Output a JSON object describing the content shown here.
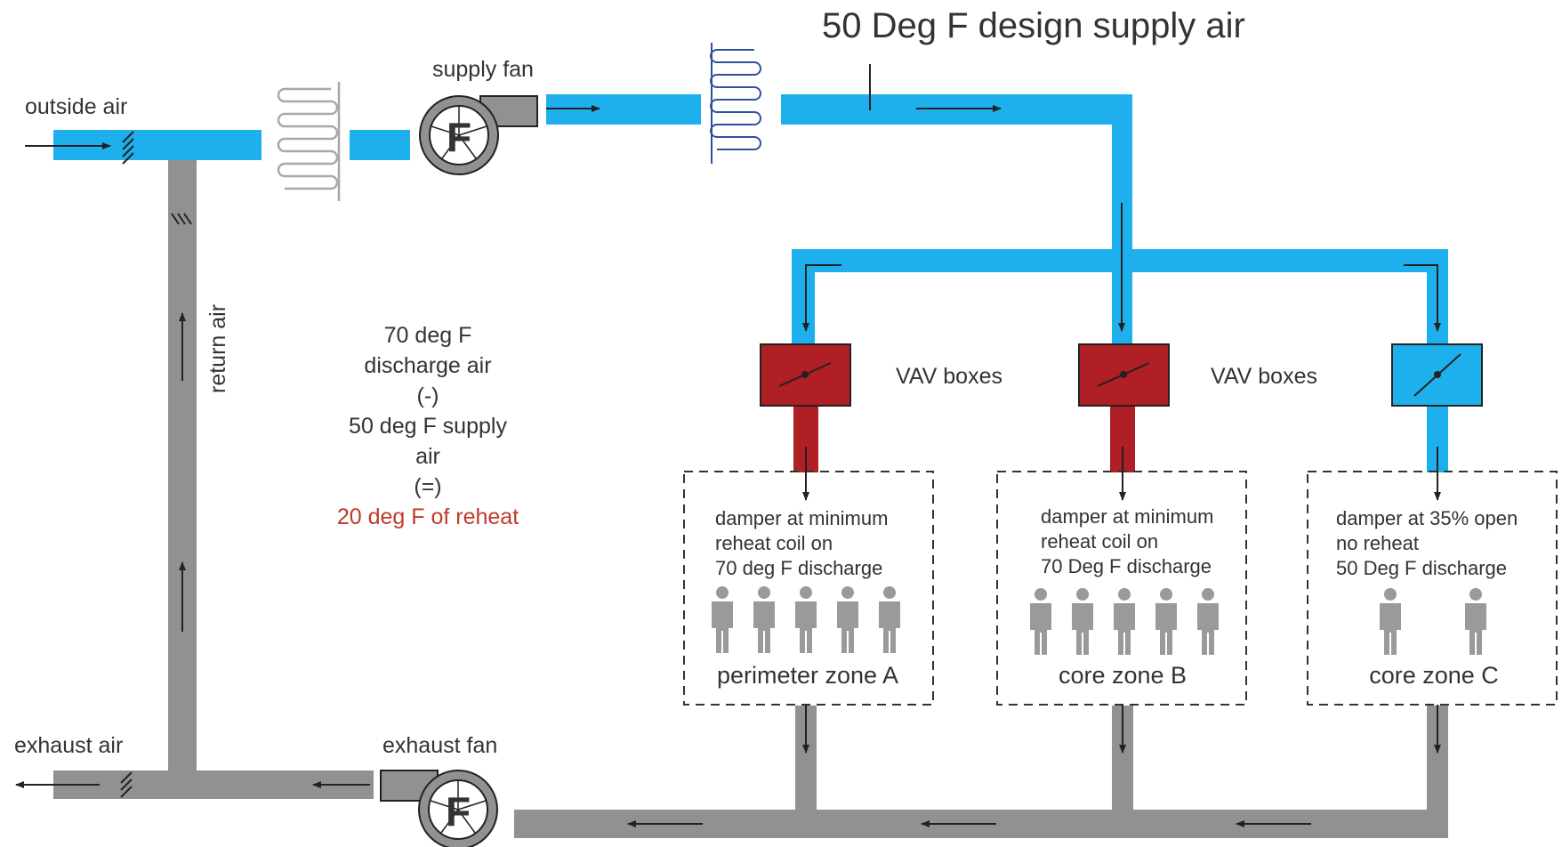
{
  "colors": {
    "supply_duct": "#1DB0EC",
    "return_duct": "#919191",
    "reheat_box": "#B01F26",
    "text": "#333333",
    "reheat_text": "#C0392B",
    "coil_line": "#A8A8A8",
    "cool_coil_line": "#2F4F9F"
  },
  "title": "50 Deg F design supply air",
  "labels": {
    "outside_air": "outside air",
    "supply_fan": "supply fan",
    "return_air": "return air",
    "exhaust_air": "exhaust air",
    "exhaust_fan": "exhaust fan",
    "vav_boxes_1": "VAV boxes",
    "vav_boxes_2": "VAV boxes",
    "fan_letter_supply": "F",
    "fan_letter_exhaust": "F"
  },
  "calc": {
    "line1": "70 deg F",
    "line2": "discharge air",
    "line3": "(-)",
    "line4": "50 deg F supply",
    "line5": "air",
    "line6": "(=)",
    "line7": "20 deg F of reheat"
  },
  "zones": [
    {
      "note1": "damper at minimum",
      "note2": "reheat coil on",
      "note3": "70 deg F discharge",
      "label": "perimeter zone A",
      "people": 5,
      "reheat": true
    },
    {
      "note1": "damper at minimum",
      "note2": "reheat coil on",
      "note3": "70 Deg F discharge",
      "label": "core zone B",
      "people": 5,
      "reheat": true
    },
    {
      "note1": "damper at 35% open",
      "note2": "no reheat",
      "note3": "50 Deg F discharge",
      "label": "core zone C",
      "people": 2,
      "reheat": false
    }
  ]
}
